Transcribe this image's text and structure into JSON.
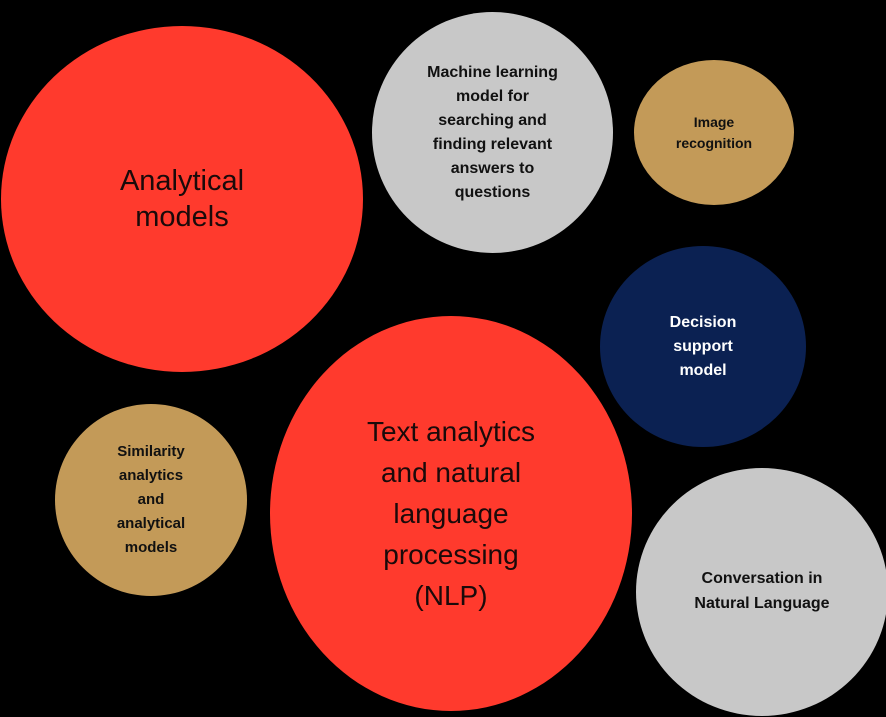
{
  "colors": {
    "background": "#000000",
    "red": "#ff3a2d",
    "grey": "#c8c8c8",
    "gold": "#c39a58",
    "navy": "#0b2152"
  },
  "bubbles": {
    "analytical": {
      "label": "Analytical\nmodels",
      "color": "#ff3a2d"
    },
    "ml": {
      "label": "Machine learning\nmodel for\nsearching and\nfinding relevant\nanswers to\nquestions",
      "color": "#c8c8c8"
    },
    "image": {
      "label": "Image\nrecognition",
      "color": "#c39a58"
    },
    "decision": {
      "label": "Decision\nsupport\nmodel",
      "color": "#0b2152"
    },
    "text": {
      "label": "Text analytics\nand natural\nlanguage\nprocessing\n(NLP)",
      "color": "#ff3a2d"
    },
    "similarity": {
      "label": "Similarity\nanalytics\nand\nanalytical\nmodels",
      "color": "#c39a58"
    },
    "conversation": {
      "label": "Conversation in\nNatural Language",
      "color": "#c8c8c8"
    }
  }
}
